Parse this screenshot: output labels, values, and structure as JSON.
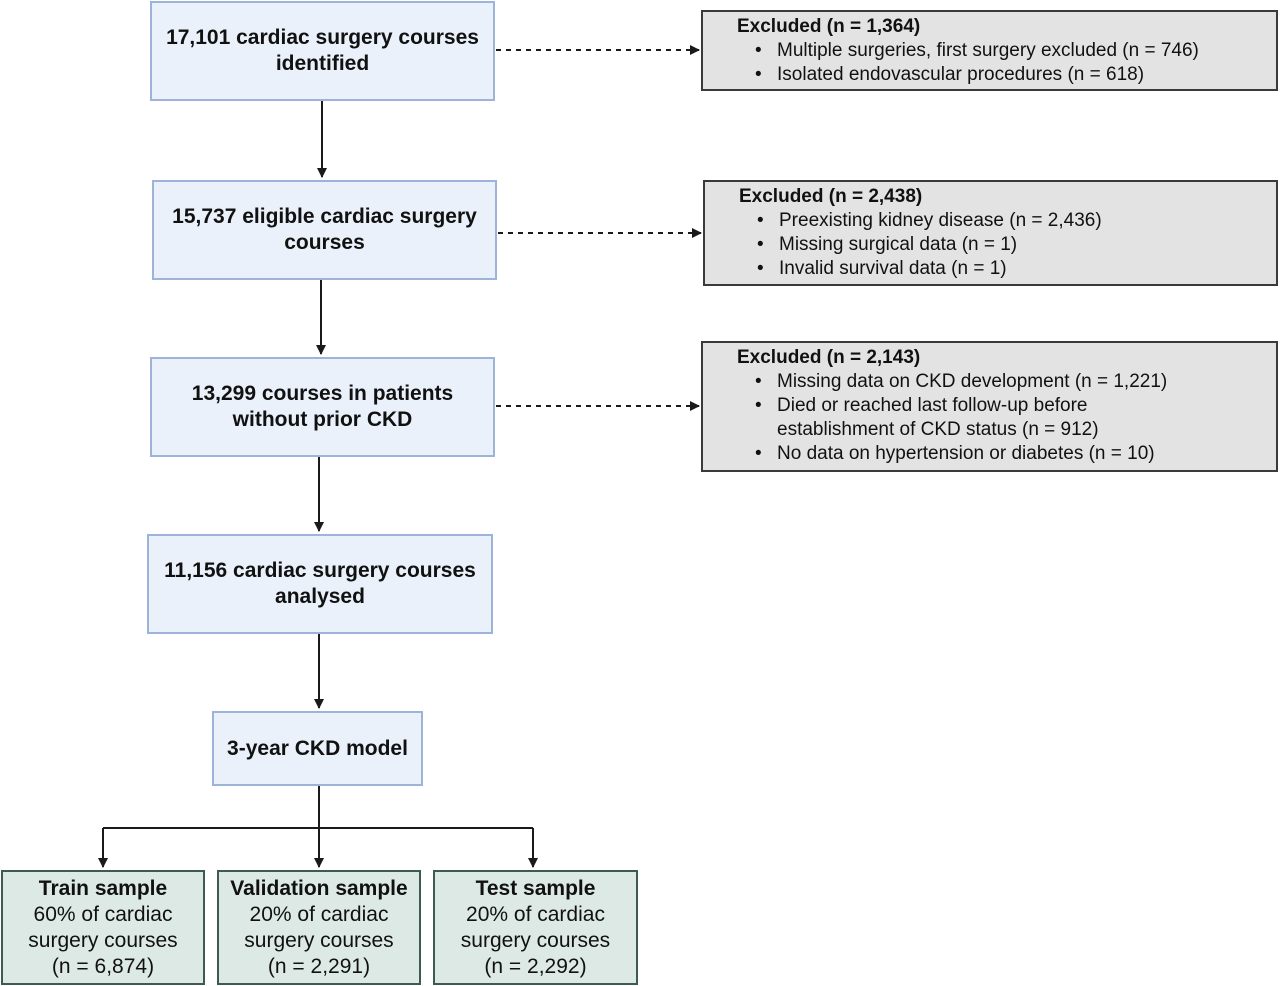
{
  "steps": [
    {
      "text": "17,101 cardiac surgery courses identified"
    },
    {
      "text": "15,737 eligible cardiac surgery courses"
    },
    {
      "text": "13,299 courses in patients without prior CKD"
    },
    {
      "text": "11,156 cardiac surgery courses analysed"
    },
    {
      "text": "3-year CKD model"
    }
  ],
  "exclusions": [
    {
      "title": "Excluded (n = 1,364)",
      "items": [
        "Multiple surgeries, first surgery excluded (n = 746)",
        "Isolated endovascular procedures (n = 618)"
      ]
    },
    {
      "title": "Excluded (n = 2,438)",
      "items": [
        "Preexisting kidney disease (n = 2,436)",
        "Missing surgical data (n = 1)",
        "Invalid survival data (n = 1)"
      ]
    },
    {
      "title": "Excluded (n = 2,143)",
      "items": [
        "Missing data on CKD development (n = 1,221)",
        "Died or reached last follow-up before establishment of CKD status (n = 912)",
        "No data on hypertension or diabetes (n = 10)"
      ]
    }
  ],
  "samples": [
    {
      "title": "Train sample",
      "line1": "60% of cardiac",
      "line2": "surgery courses",
      "line3": "(n = 6,874)"
    },
    {
      "title": "Validation sample",
      "line1": "20% of cardiac",
      "line2": "surgery courses",
      "line3": "(n = 2,291)"
    },
    {
      "title": "Test sample",
      "line1": "20% of cardiac",
      "line2": "surgery courses",
      "line3": "(n = 2,292)"
    }
  ],
  "colors": {
    "main_box_fill": "#eaf1fb",
    "main_box_border": "#9db4d8",
    "excluded_box_fill": "#e3e3e3",
    "sample_box_fill": "#dde9e4",
    "sample_box_border": "#3d5b50",
    "arrow": "#1a1a1a"
  }
}
